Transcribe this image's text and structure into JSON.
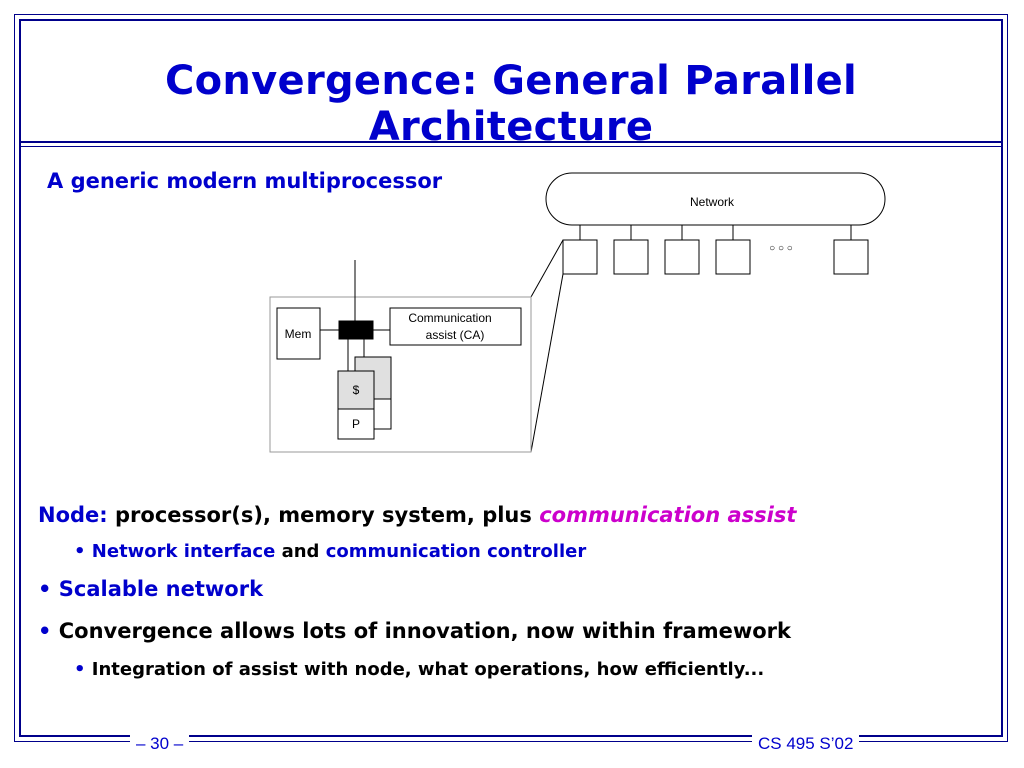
{
  "slide": {
    "title": "Convergence: General Parallel Architecture",
    "subtitle": "A generic modern multiprocessor"
  },
  "diagram": {
    "network_label": "Network",
    "ellipsis": "○ ○ ○",
    "mem_label": "Mem",
    "ca_label_line1": "Communication",
    "ca_label_line2": "assist (CA)",
    "cache_label": "$",
    "processor_label": "P"
  },
  "body": {
    "node_label": "Node:",
    "node_text": " processor(s), memory system, plus ",
    "node_highlight": "communication assist",
    "sub1_bullet": "•",
    "sub1_a": "Network interface",
    "sub1_b": " and ",
    "sub1_c": "communication controller",
    "scalable_bullet": "•",
    "scalable_text": "Scalable network",
    "conv_bullet": "•",
    "conv_text": "Convergence allows lots of innovation, now within framework",
    "sub2_bullet": "•",
    "sub2_text": "Integration of assist with node, what operations, how efficiently..."
  },
  "footer": {
    "page": "– 30 –",
    "course": "CS 495 S’02"
  }
}
